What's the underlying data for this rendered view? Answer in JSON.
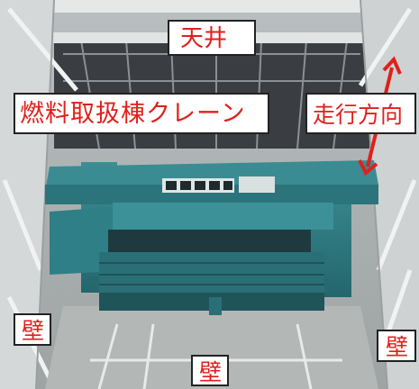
{
  "photo": {
    "labels": {
      "ceiling": "天井",
      "crane": "燃料取扱棟クレーン",
      "travel_direction": "走行方向",
      "wall_left": "壁",
      "wall_center": "壁",
      "wall_right": "壁"
    },
    "colors": {
      "label_text": "#e0201a",
      "arrow": "#e0201a",
      "crane_body": "#2f7f86",
      "structure": "#d9dcdc"
    }
  }
}
